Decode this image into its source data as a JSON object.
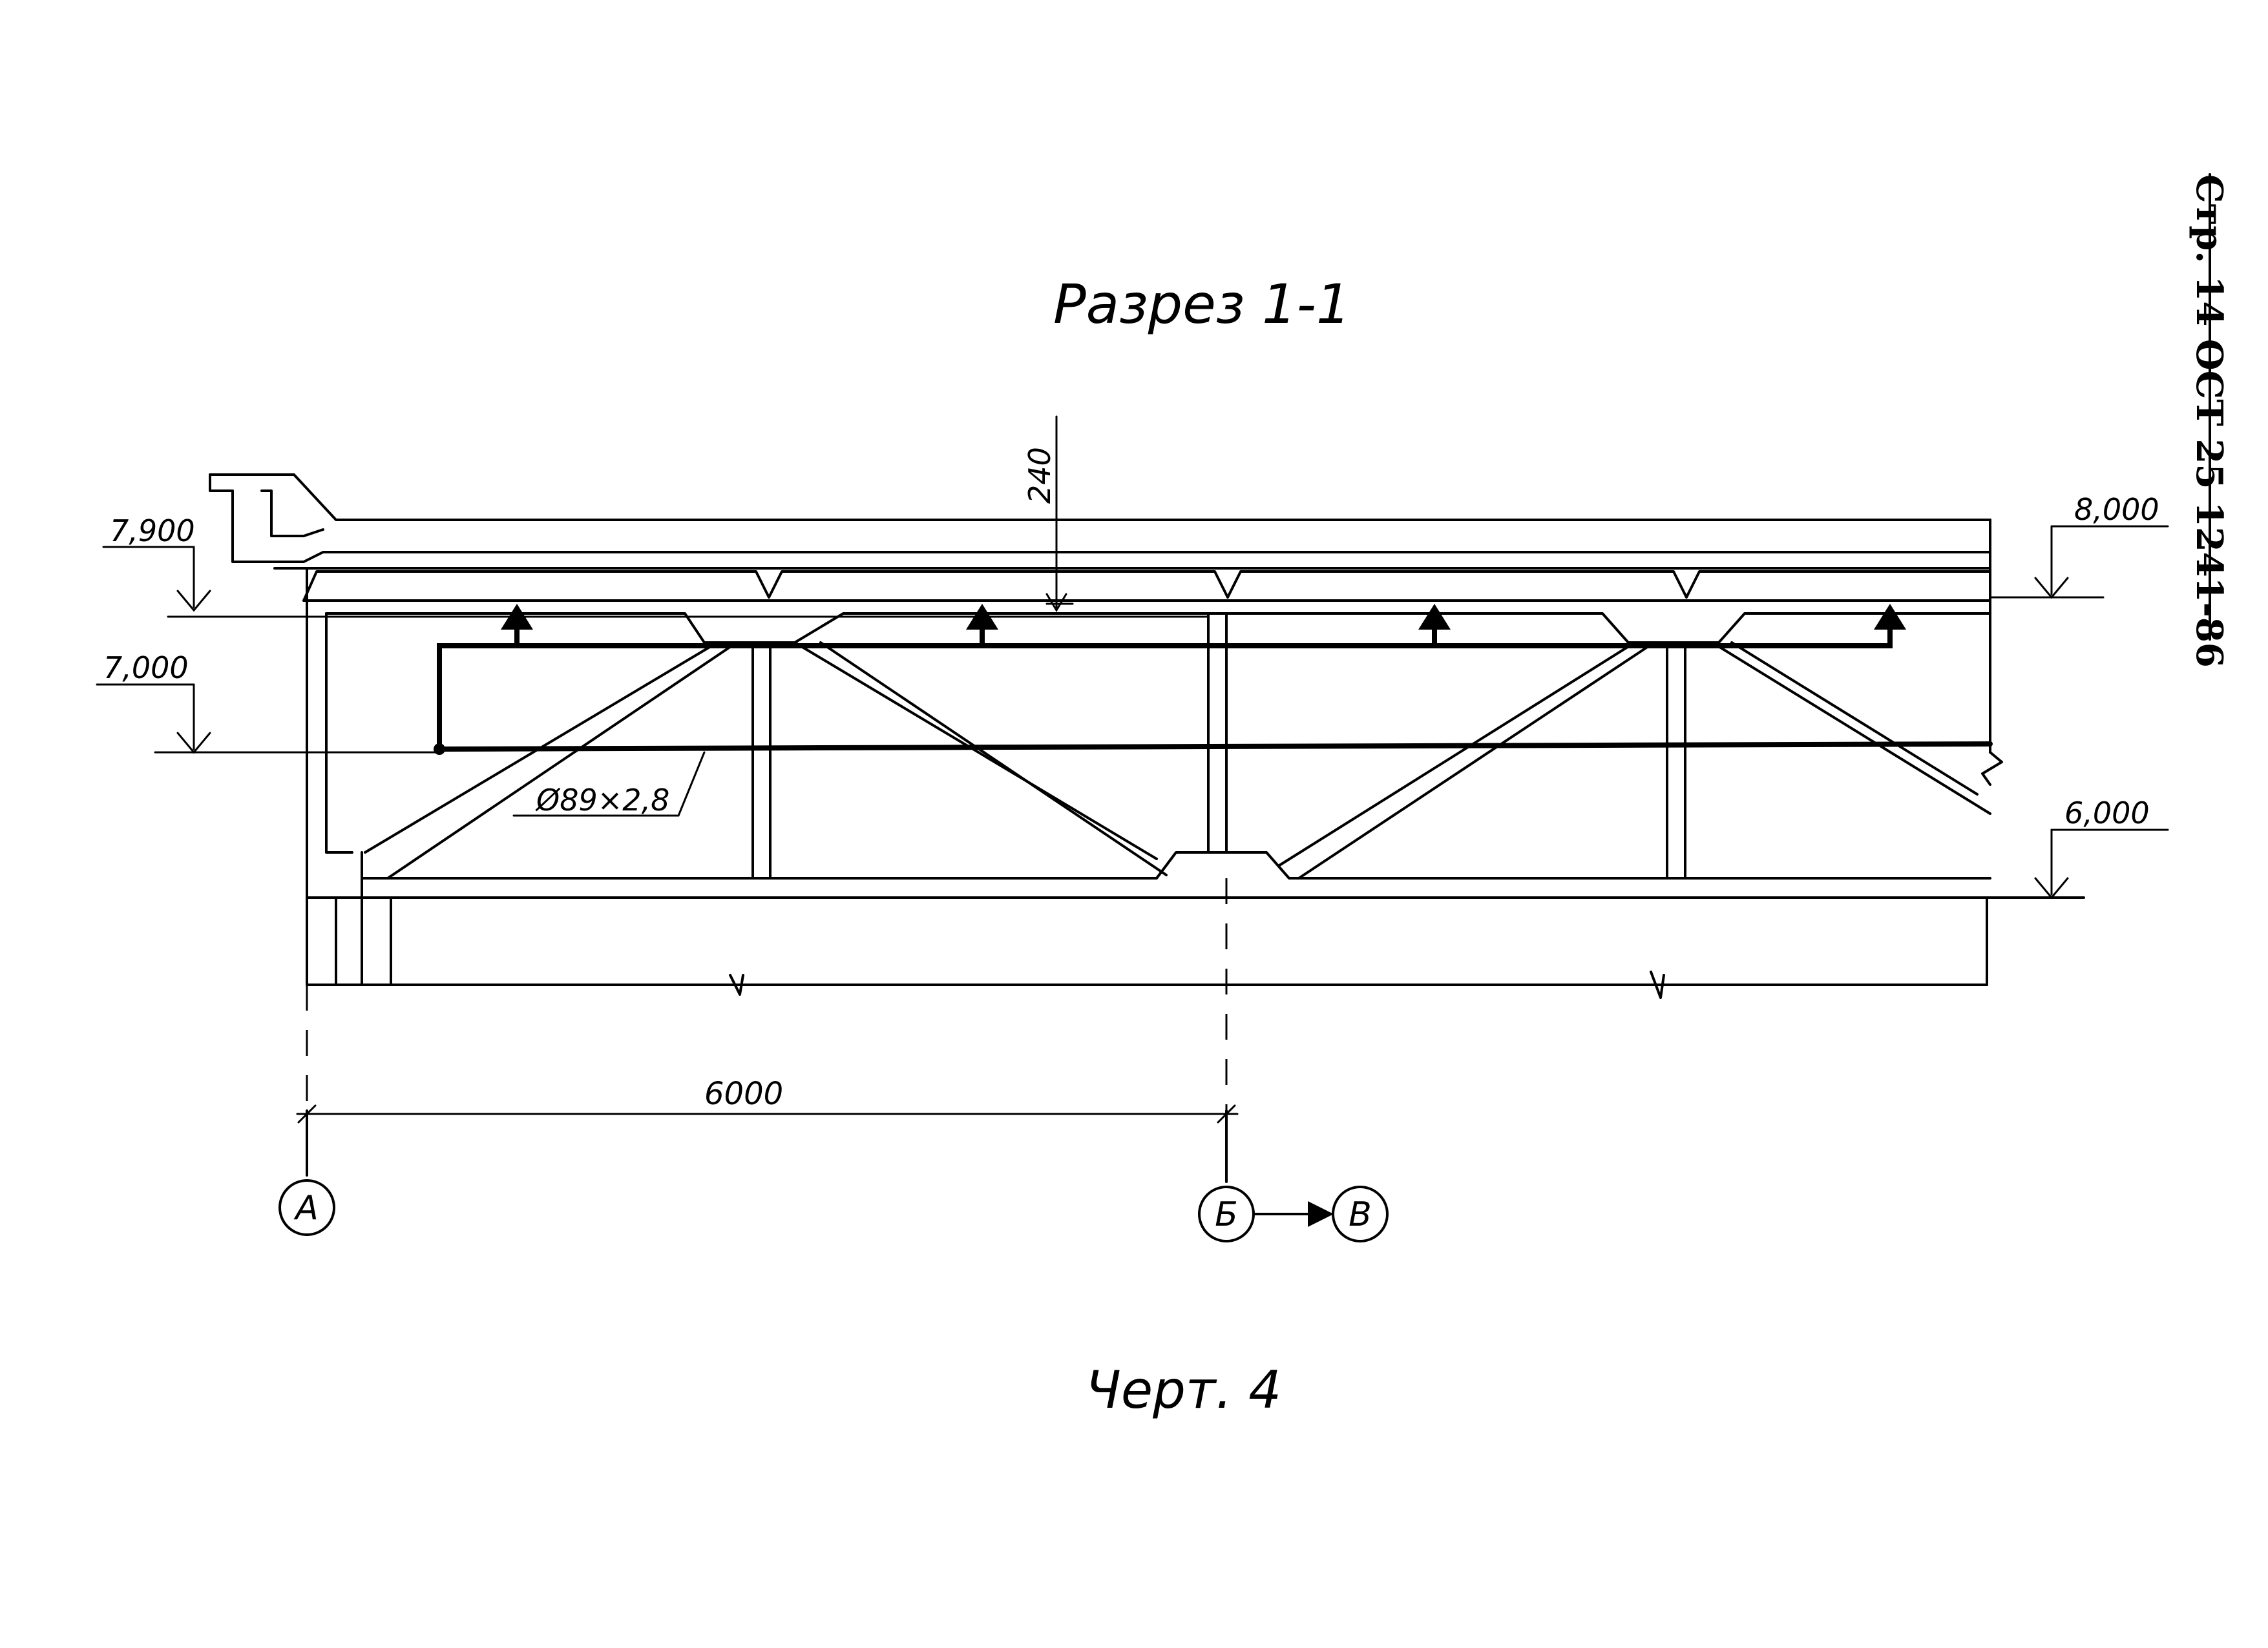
{
  "stamp": {
    "text": "Стр. 14 ОСТ 25 1241-86"
  },
  "section": {
    "title": "Разрез 1-1"
  },
  "figure": {
    "caption": "Черт. 4"
  },
  "levels": {
    "left_upper": "7,900",
    "left_lower": "7,000",
    "right_upper": "8,000",
    "right_lower": "6,000"
  },
  "dimensions": {
    "clearance": "240",
    "span": "6000"
  },
  "pipe": {
    "label": "Ø89×2,8"
  },
  "axes": {
    "a": "А",
    "b": "Б",
    "c": "В"
  },
  "colors": {
    "ink": "#000000",
    "paper": "#ffffff"
  }
}
